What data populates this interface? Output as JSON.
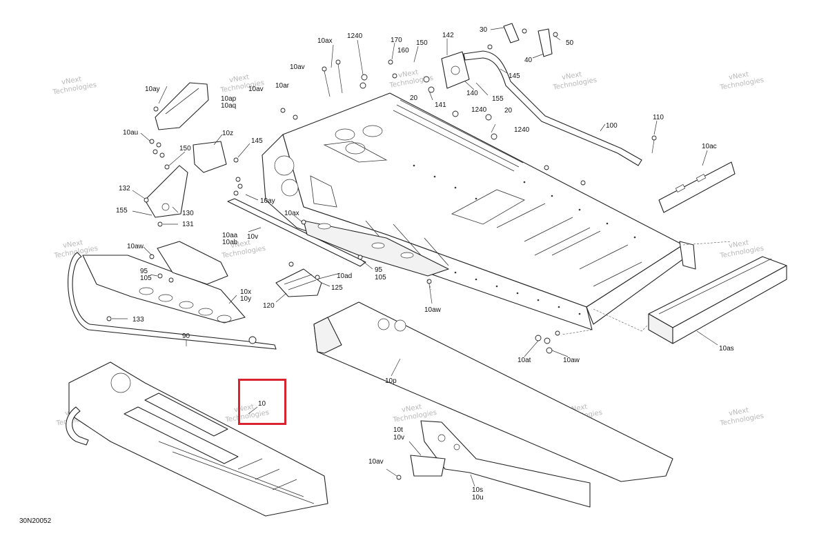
{
  "drawing_code": "30N20052",
  "watermark_text": [
    "vNext",
    "Technologies"
  ],
  "highlight_color": "#d9232e",
  "callouts": {
    "c10": "10",
    "c10aa": "10aa",
    "c10ab": "10ab",
    "c10ac": "10ac",
    "c10ad": "10ad",
    "c10ap": "10ap",
    "c10aq": "10aq",
    "c10ar": "10ar",
    "c10as": "10as",
    "c10at": "10at",
    "c10au": "10au",
    "c10av_a": "10av",
    "c10av_b": "10av",
    "c10av_c": "10av",
    "c10aw_a": "10aw",
    "c10aw_b": "10aw",
    "c10aw_c": "10aw",
    "c10ax": "10ax",
    "c10ax_b": "10ax",
    "c10ay_a": "10ay",
    "c10ay_b": "10ay",
    "c10p": "10p",
    "c10s": "10s",
    "c10t": "10t",
    "c10u": "10u",
    "c10v": "10v",
    "c10v_b": "10v",
    "c10x": "10x",
    "c10y": "10y",
    "c10z": "10z",
    "c20_a": "20",
    "c20_b": "20",
    "c30": "30",
    "c40": "40",
    "c50": "50",
    "c90": "90",
    "c95_a": "95",
    "c95_b": "95",
    "c100": "100",
    "c105_a": "105",
    "c105_b": "105",
    "c110": "110",
    "c120": "120",
    "c125": "125",
    "c130": "130",
    "c131": "131",
    "c132": "132",
    "c133": "133",
    "c140": "140",
    "c141": "141",
    "c142": "142",
    "c145_a": "145",
    "c145_b": "145",
    "c150_a": "150",
    "c150_b": "150",
    "c155_a": "155",
    "c155_b": "155",
    "c160": "160",
    "c170": "170",
    "c1240_a": "1240",
    "c1240_b": "1240",
    "c1240_c": "1240"
  }
}
